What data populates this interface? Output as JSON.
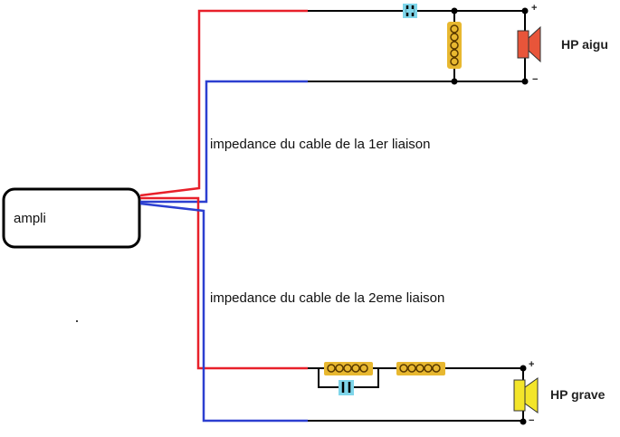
{
  "amplifier": {
    "label": "ampli"
  },
  "cable_labels": {
    "first": "impedance du cable de la 1er liaison",
    "second": "impedance du cable de la 2eme liaison"
  },
  "tweeter": {
    "label": "HP aigu",
    "plus": "+",
    "minus": "−",
    "color": "#e8553a"
  },
  "woofer": {
    "label": "HP grave",
    "plus": "+",
    "minus": "−",
    "color": "#f3e52a"
  },
  "colors": {
    "positive_wire": "#e8202a",
    "negative_wire": "#2c3fd0",
    "inductor": "#e8b830",
    "capacitor": "#7fd6ea"
  }
}
